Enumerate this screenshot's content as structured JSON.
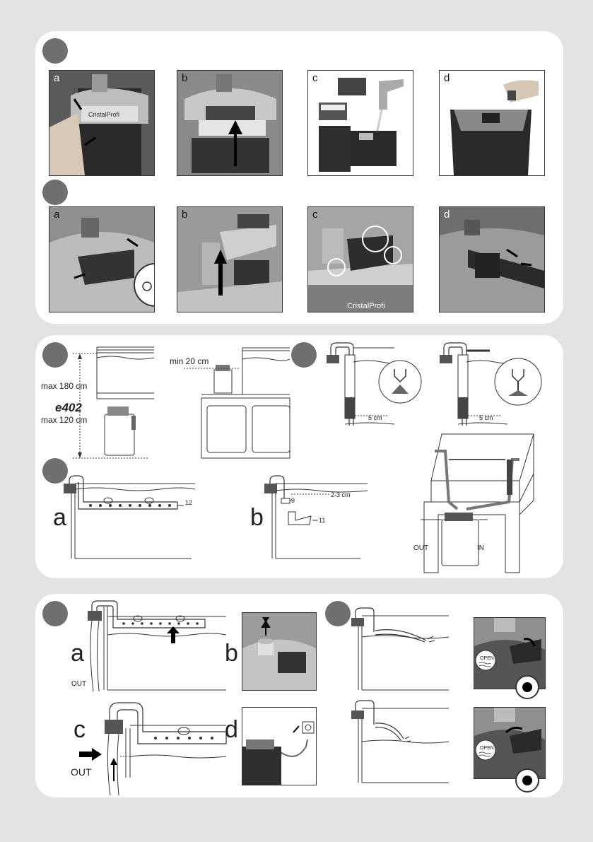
{
  "panel1": {
    "row1": {
      "a": "a",
      "b": "b",
      "c": "c",
      "d": "d"
    },
    "row2": {
      "a": "a",
      "b": "b",
      "c": "c",
      "d": "d"
    },
    "brand": "CristalProfi"
  },
  "panel2": {
    "max180": "max 180 cm",
    "model": "e402",
    "max120": "max 120 cm",
    "min20": "min 20 cm",
    "cm5a": "5 cm",
    "cm5b": "5 cm",
    "label_a": "a",
    "label_b": "b",
    "n12": "12",
    "n9": "9",
    "n11": "11",
    "cm23": "2-3 cm",
    "out": "OUT",
    "in": "IN"
  },
  "panel3": {
    "label_a": "a",
    "out_a": "OUT",
    "label_b": "b",
    "label_c": "c",
    "out_c": "OUT",
    "label_d": "d",
    "open1": "OPEN",
    "open2": "OPEN"
  },
  "colors": {
    "page": "#e3e3e3",
    "panel": "#ffffff",
    "step_dot": "#6f6f6f",
    "line": "#333333"
  }
}
